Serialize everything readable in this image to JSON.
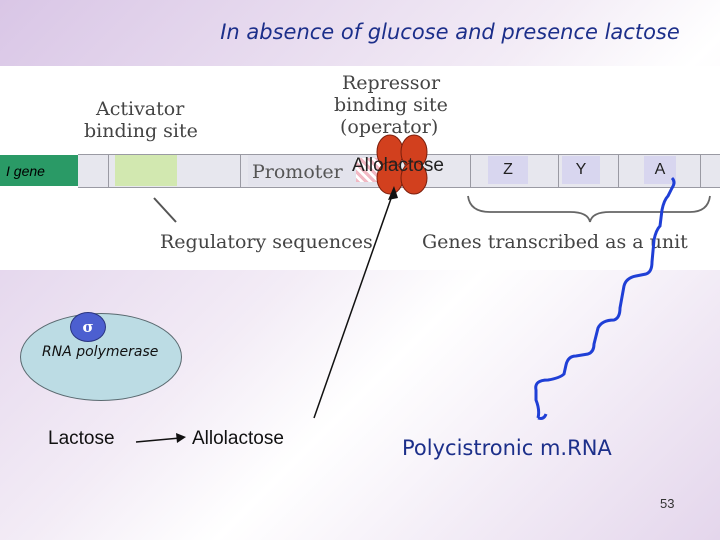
{
  "title": "In absence of glucose and presence lactose",
  "diagram": {
    "repressor_site": [
      "Repressor",
      "binding site",
      "(operator)"
    ],
    "activator_site": [
      "Activator",
      "binding site"
    ],
    "i_gene": "I gene",
    "promoter": "Promoter",
    "allolactose_bound": "Allolactose",
    "genes": [
      "Z",
      "Y",
      "A"
    ],
    "regulatory_sequences": "Regulatory sequences",
    "genes_transcribed": "Genes transcribed as a unit",
    "sigma": "σ",
    "rna_polymerase": "RNA polymerase",
    "lactose": "Lactose",
    "allolactose": "Allolactose",
    "mrna": "Polycistronic m.RNA"
  },
  "colors": {
    "title": "#1c2f8a",
    "repressor": "#d2401e",
    "mrna_strand": "#1f3fd6",
    "i_gene": "#2a9a66"
  },
  "slide_number": "53"
}
